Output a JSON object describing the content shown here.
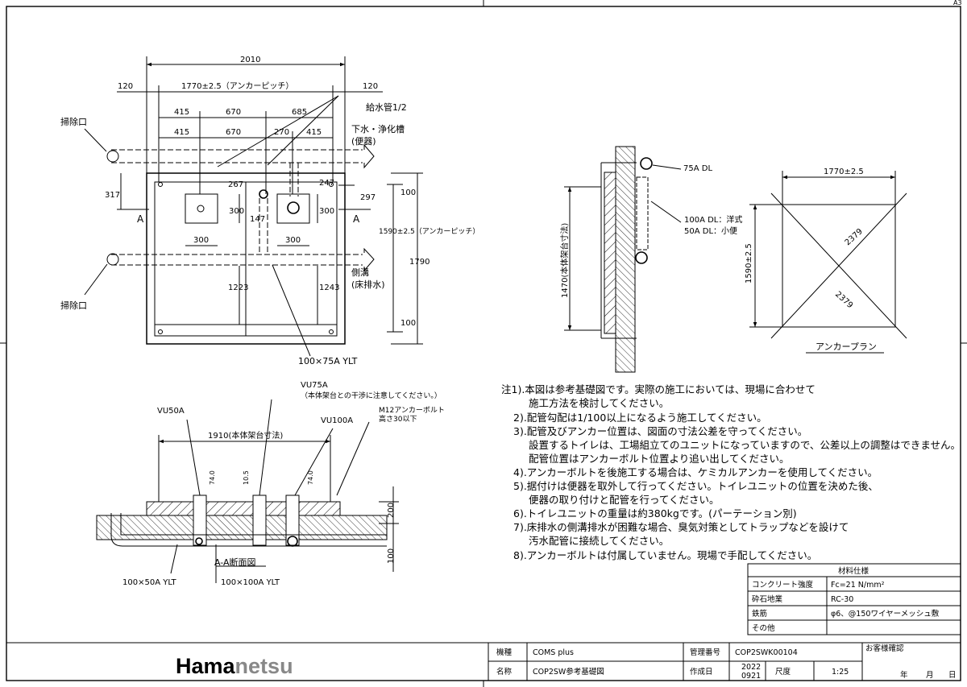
{
  "sheet": {
    "corner": "A3"
  },
  "plan": {
    "d_2010": "2010",
    "d_120_left": "120",
    "d_pitch": "1770±2.5（アンカーピッチ）",
    "d_120_right": "120",
    "d_415a": "415",
    "d_670a": "670",
    "d_685": "685",
    "d_415b": "415",
    "d_670b": "670",
    "d_270": "270",
    "d_415c": "415",
    "supply": "給水管1/2",
    "drain_label_1": "下水・浄化槽",
    "drain_label_2": "(便器)",
    "cleanout_top": "掃除口",
    "cleanout_bottom": "掃除口",
    "d_317": "317",
    "d_267": "267",
    "d_247": "247",
    "d_297": "297",
    "d_300_v1": "300",
    "d_300_v2": "300",
    "d_147": "147",
    "d_300_h1": "300",
    "d_300_h2": "300",
    "d_1223": "1223",
    "d_1243": "1243",
    "d_100_top": "100",
    "d_100_bottom": "100",
    "d_1790": "1790",
    "d_1590": "1590±2.5（アンカーピッチ）",
    "section_mark_l": "A",
    "section_mark_r": "A",
    "gutter_1": "側溝",
    "gutter_2": "(床排水)",
    "ylt_main": "100×75A YLT"
  },
  "side": {
    "dl75": "75A DL",
    "dl100": "100A DL：洋式",
    "dl50": "50A DL：小便",
    "d_1470": "1470(本体架台寸法)"
  },
  "anchor": {
    "d_1770": "1770±2.5",
    "d_1590": "1590±2.5",
    "diag1": "2379",
    "diag2": "2379",
    "title": "アンカープラン"
  },
  "section": {
    "vu75": "VU75A",
    "vu75_note": "（本体架台との干渉に注意してください。）",
    "vu50": "VU50A",
    "vu100": "VU100A",
    "m12_1": "M12アンカーボルト",
    "m12_2": "高さ30以下",
    "d_1910": "1910(本体架台寸法)",
    "d_74a": "74.0",
    "d_10": "10.5",
    "d_74b": "74.0",
    "d_200": "200",
    "d_100": "100",
    "title": "A-A断面図",
    "ylt1": "100×50A YLT",
    "ylt2": "100×100A YLT"
  },
  "notes": [
    "注1).本図は参考基礎図です。実際の施工においては、現場に合わせて",
    "施工方法を検討してください。",
    "2).配管勾配は1/100以上になるよう施工してください。",
    "3).配管及びアンカー位置は、図面の寸法公差を守ってください。",
    "設置するトイレは、工場組立てのユニットになっていますので、公差以上の調整はできません。",
    "配管位置はアンカーボルト位置より追い出してください。",
    "4).アンカーボルトを後施工する場合は、ケミカルアンカーを使用してください。",
    "5).据付けは便器を取外して行ってください。トイレユニットの位置を決めた後、",
    "便器の取り付けと配管を行ってください。",
    "6).トイレユニットの重量は約380kgです。(パーテーション別)",
    "7).床排水の側溝排水が困難な場合、臭気対策としてトラップなどを設けて",
    "汚水配管に接続してください。",
    "8).アンカーボルトは付属していません。現場で手配してください。"
  ],
  "materials": {
    "header": "材料仕様",
    "rows": [
      {
        "k": "コンクリート強度",
        "v": "Fc=21 N/mm²"
      },
      {
        "k": "砕石地業",
        "v": "RC-30"
      },
      {
        "k": "鉄筋",
        "v": "φ6、@150ワイヤーメッシュ敷"
      },
      {
        "k": "その他",
        "v": ""
      }
    ]
  },
  "title_block": {
    "logo_a": "Hama",
    "logo_b": "netsu",
    "k_model": "機種",
    "model": "COMS plus",
    "k_ctrl": "管理番号",
    "ctrl": "COP2SWK00104",
    "k_name": "名称",
    "name": "COP2SW参考基礎図",
    "k_date": "作成日",
    "date_y": "2022",
    "date_md": "0921",
    "k_scale": "尺度",
    "scale": "1:25",
    "k_confirm": "お客様確認",
    "year": "年",
    "month": "月",
    "day": "日"
  }
}
